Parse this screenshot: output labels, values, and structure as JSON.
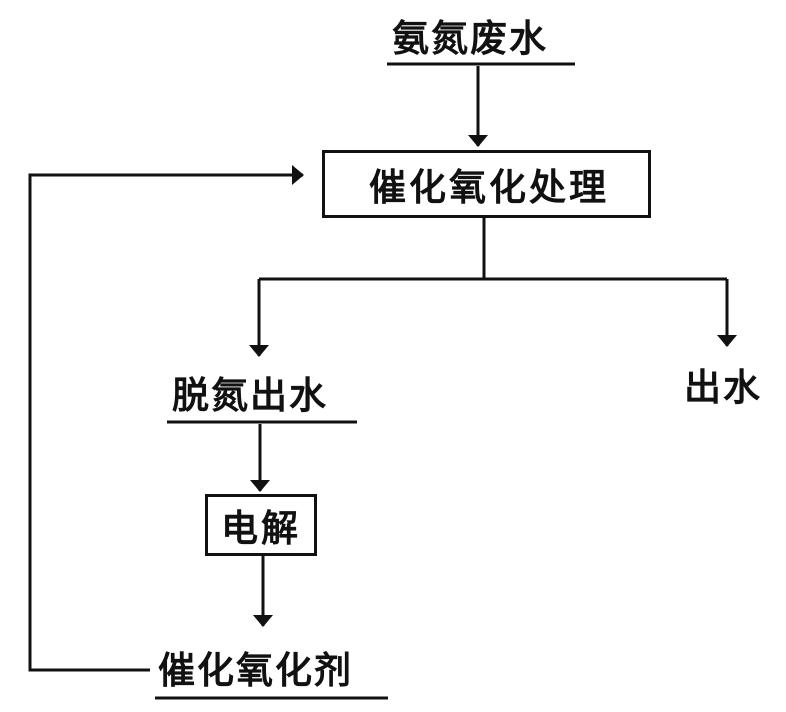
{
  "nodes": {
    "input": "氨氮废水",
    "process": "催化氧化处理",
    "denitrified": "脱氮出水",
    "outlet": "出水",
    "electrolysis": "电解",
    "oxidant": "催化氧化剂"
  },
  "colors": {
    "stroke": "#111111",
    "background": "#ffffff"
  }
}
